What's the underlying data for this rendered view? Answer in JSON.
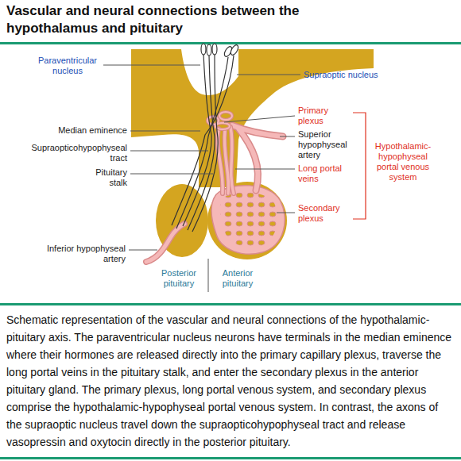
{
  "diagram": {
    "title": "Vascular and neural connections between the hypothalamus and pituitary",
    "caption": "Schematic representation of the vascular and neural connections of the hypothalamic-pituitary axis. The paraventricular nucleus neurons have terminals in the median eminence where their hormones are released directly into the primary capillary plexus, traverse the long portal veins in the pituitary stalk, and enter the secondary plexus in the anterior pituitary gland. The primary plexus, long portal venous system, and secondary plexus comprise the hypothalamic-hypophyseal portal venous system. In contrast, the axons of the supraoptic nucleus travel down the supraopticohypophyseal tract and release vasopressin and oxytocin directly in the posterior pituitary.",
    "labels": [
      "Paraventricular nucleus",
      "Supraoptic nucleus",
      "Primary plexus",
      "Median eminence",
      "Superior hypophyseal artery",
      "Supraopticohypophyseal tract",
      "Hypothalamic-hypophyseal portal venous system",
      "Pituitary stalk",
      "Long portal veins",
      "Secondary plexus",
      "Inferior hypophyseal artery",
      "Posterior pituitary",
      "Anterior pituitary"
    ]
  }
}
